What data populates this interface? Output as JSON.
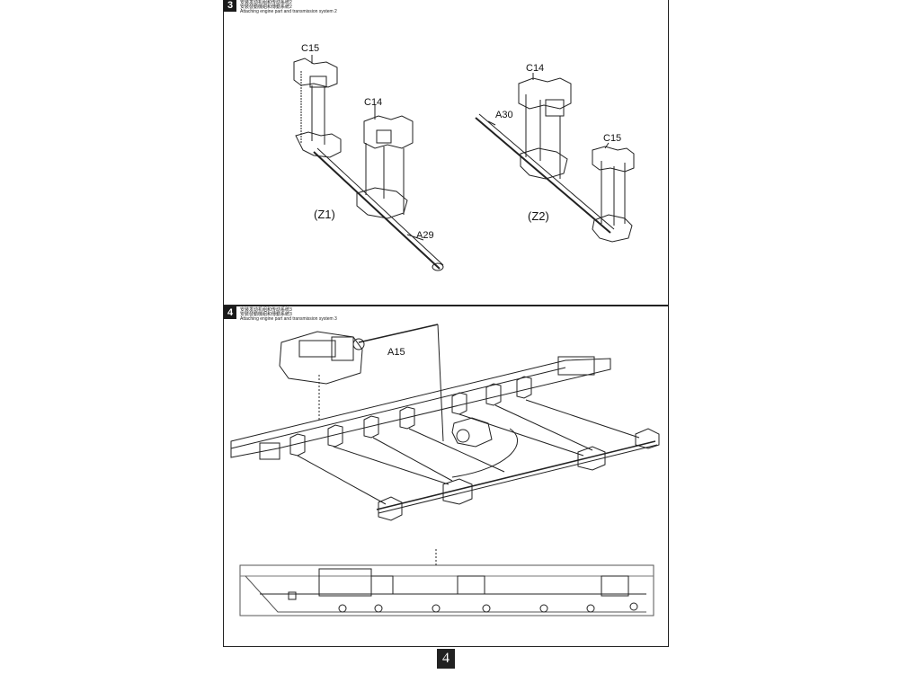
{
  "steps": [
    {
      "number": "3",
      "title_cn_1": "安装发动机组和传动系统2",
      "title_cn_2": "安裝發動機組和傳動系統2",
      "title_en": "Attaching engine part and transmission system 2",
      "views": [
        "(Z1)",
        "(Z2)"
      ],
      "parts": [
        "C15",
        "C14",
        "A29",
        "A30",
        "C14",
        "C15"
      ]
    },
    {
      "number": "4",
      "title_cn_1": "安装发动机组和传动系统3",
      "title_cn_2": "安裝發動機組和傳動系統3",
      "title_en": "Attaching engine part and transmission system 3",
      "parts": [
        "A15"
      ]
    }
  ],
  "page_number": "4",
  "colors": {
    "line": "#222222",
    "background": "#ffffff"
  }
}
